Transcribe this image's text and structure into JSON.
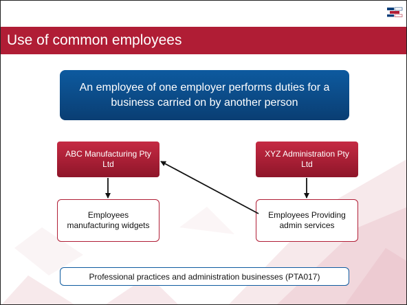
{
  "slide": {
    "title": "Use of common employees",
    "main_statement": "An employee of one employer performs duties for a business carried on by another person",
    "left_employer": "ABC Manufacturing Pty Ltd",
    "left_employees": "Employees manufacturing widgets",
    "right_employer": "XYZ Administration Pty Ltd",
    "right_employees": "Employees Providing admin services",
    "footer_note": "Professional practices and administration businesses (PTA017)"
  },
  "colors": {
    "title_bar": "#b01d35",
    "main_box": "#0d5a9f",
    "employer_box": "#b01d35",
    "arrow": "#111111"
  },
  "icons": {
    "logo": "state-revenue-office-logo-icon"
  }
}
